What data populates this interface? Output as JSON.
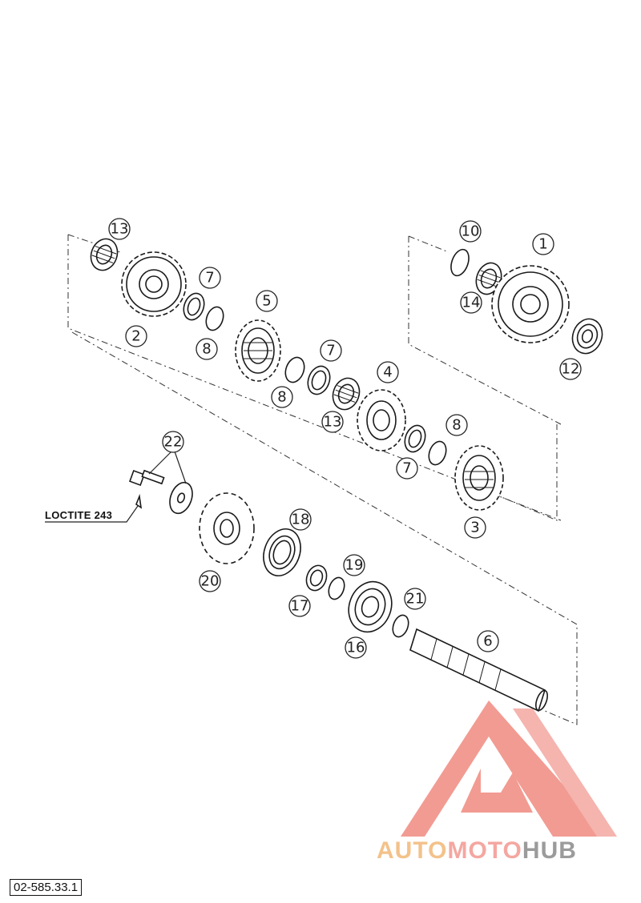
{
  "diagram": {
    "callouts": [
      {
        "id": "c13a",
        "label": "13"
      },
      {
        "id": "c2",
        "label": "2"
      },
      {
        "id": "c7a",
        "label": "7"
      },
      {
        "id": "c8a",
        "label": "8"
      },
      {
        "id": "c5",
        "label": "5"
      },
      {
        "id": "c7b",
        "label": "7"
      },
      {
        "id": "c8b",
        "label": "8"
      },
      {
        "id": "c13b",
        "label": "13"
      },
      {
        "id": "c4",
        "label": "4"
      },
      {
        "id": "c7c",
        "label": "7"
      },
      {
        "id": "c8c",
        "label": "8"
      },
      {
        "id": "c3",
        "label": "3"
      },
      {
        "id": "c10",
        "label": "10"
      },
      {
        "id": "c1",
        "label": "1"
      },
      {
        "id": "c14",
        "label": "14"
      },
      {
        "id": "c12",
        "label": "12"
      },
      {
        "id": "c22",
        "label": "22"
      },
      {
        "id": "c18",
        "label": "18"
      },
      {
        "id": "c19",
        "label": "19"
      },
      {
        "id": "c20",
        "label": "20"
      },
      {
        "id": "c17",
        "label": "17"
      },
      {
        "id": "c21",
        "label": "21"
      },
      {
        "id": "c16",
        "label": "16"
      },
      {
        "id": "c6",
        "label": "6"
      }
    ],
    "annotation": "LOCTITE 243",
    "document_number": "02-585.33.1"
  },
  "watermark": {
    "part1": "AUTO",
    "part2": "MOTO",
    "part3": "HUB",
    "colors": {
      "auto": "#f3c28a",
      "moto": "#f4a7a0",
      "hub": "#9b9b9b",
      "logo": "#f08a80"
    }
  }
}
